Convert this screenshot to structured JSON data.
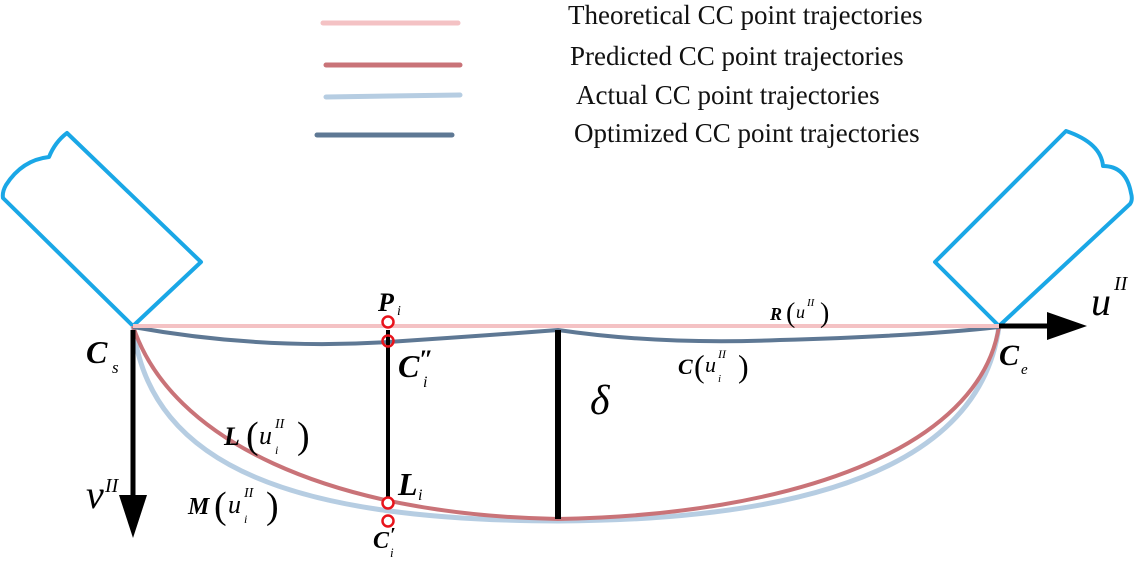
{
  "legend": {
    "items": [
      {
        "label": "Theoretical CC point trajectories",
        "color": "#f4c2c4"
      },
      {
        "label": "Predicted CC point trajectories",
        "color": "#c97378"
      },
      {
        "label": "Actual CC point trajectories",
        "color": "#b6cde2"
      },
      {
        "label": "Optimized CC point trajectories",
        "color": "#5e7894"
      }
    ]
  },
  "colors": {
    "tool_outline": "#1aa7e6",
    "marker_ring": "#e8141c",
    "axis": "#000000",
    "theoretical": "#f4c2c4",
    "predicted": "#c97378",
    "actual": "#b6cde2",
    "optimized": "#5e7894"
  },
  "labels": {
    "cs_main": "C",
    "cs_sub": "s",
    "ce_main": "C",
    "ce_sub": "e",
    "u_axis_main": "u",
    "u_axis_sup": "II",
    "v_axis_main": "v",
    "v_axis_sup": "II",
    "pi_main": "P",
    "pi_sub": "i",
    "ci_dprime_main": "C",
    "ci_dprime_mark": "″",
    "ci_dprime_sub": "i",
    "li_main": "L",
    "li_sub": "i",
    "ci_prime_main": "C",
    "ci_prime_mark": "′",
    "ci_prime_sub": "i",
    "delta": "δ",
    "r_func": "R",
    "r_arg_main": "u",
    "r_arg_sup": "II",
    "c_func": "C",
    "c_arg_main": "u",
    "c_arg_sup": "II",
    "c_arg_sub": "i",
    "l_func": "L",
    "l_arg_main": "u",
    "l_arg_sup": "II",
    "l_arg_sub": "i",
    "m_func": "M",
    "m_arg_main": "u",
    "m_arg_sup": "II",
    "m_arg_sub": "i",
    "paren_open": "(",
    "paren_close": ")"
  }
}
